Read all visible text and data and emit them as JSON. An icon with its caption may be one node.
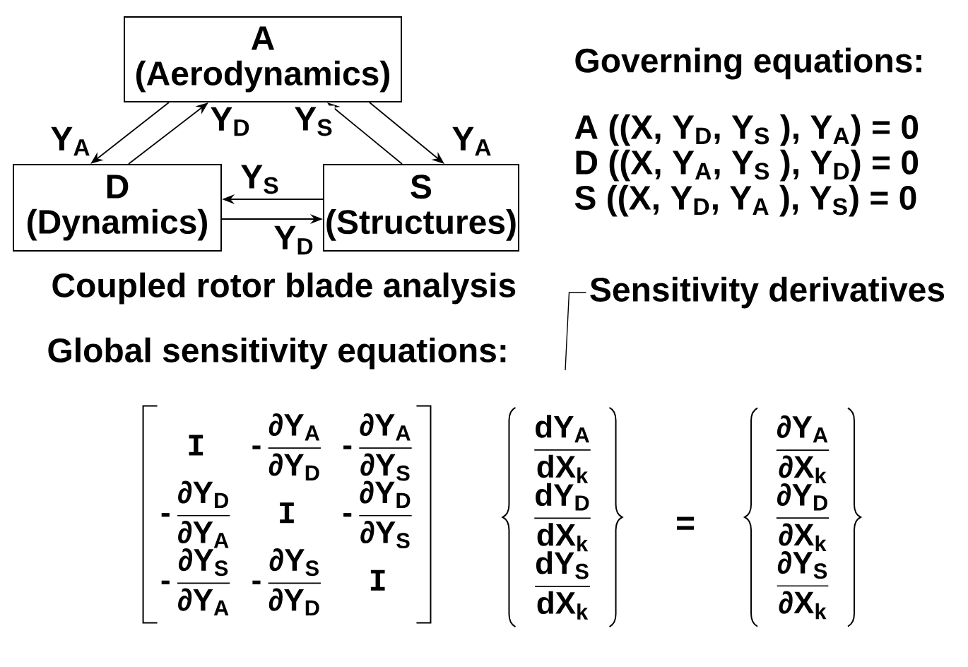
{
  "diagram": {
    "nodes": [
      {
        "text": [
          "A",
          "(Aerodynamics)"
        ]
      },
      {
        "text": [
          "D",
          "(Dynamics)"
        ]
      },
      {
        "text": [
          "S",
          "(Structures)"
        ]
      },
      {
        "text": [
          "Sensitivity derivatives"
        ]
      }
    ],
    "edges": [
      {
        "from": 0,
        "to": 1,
        "arrow": "to",
        "label": "Y$_{A}$"
      },
      {
        "from": 1,
        "to": 0,
        "arrow": "to",
        "label": "Y$_{D}$"
      },
      {
        "from": 2,
        "to": 0,
        "arrow": "to",
        "label": "Y$_{S}$"
      },
      {
        "from": 0,
        "to": 2,
        "arrow": "to",
        "label": "Y$_{A}$"
      },
      {
        "from": 2,
        "to": 1,
        "arrow": "to",
        "label": "Y$_{S}$"
      },
      {
        "from": 1,
        "to": 2,
        "arrow": "to",
        "label": "Y$_{D}$"
      },
      {
        "from": 3,
        "to": null,
        "arrow": "none"
      }
    ],
    "labels": [
      "Governing equations:",
      "A ((X, Y$_{D}$, Y$_{S}$ ), Y$_{A}$) = 0",
      "D ((X, Y$_{A}$, Y$_{S}$ ), Y$_{D}$) = 0",
      "S ((X, Y$_{D}$, Y$_{A}$ ), Y$_{S}$) = 0",
      "Coupled rotor blade analysis",
      "Global sensitivity equations:",
      "\\begin{array}{ccc}\\text{\\ttfamily I} & \\text{-}\\,\\dfrac{\\text{∂Y}_{\\text{A}}}{\\text{∂Y}_{\\text{D}}} & \\text{-}\\,\\dfrac{\\text{∂Y}_{\\text{A}}}{\\text{∂Y}_{\\text{S}}}\\\\ \\text{-}\\,\\dfrac{\\text{∂Y}_{\\text{D}}}{\\text{∂Y}_{\\text{A}}} & \\text{\\ttfamily I} & \\text{-}\\,\\dfrac{\\text{∂Y}_{\\text{D}}}{\\text{∂Y}_{\\text{S}}}\\\\ \\text{-}\\,\\dfrac{\\text{∂Y}_{\\text{S}}}{\\text{∂Y}_{\\text{A}}} & \\text{-}\\,\\dfrac{\\text{∂Y}_{\\text{S}}}{\\text{∂Y}_{\\text{D}}} & \\text{\\ttfamily I}\\end{array}",
      "\\begin{array}{c}\\dfrac{\\text{dY}_{\\text{A}}}{\\text{dX}_{\\text{k}}}\\\\ \\dfrac{\\text{dY}_{\\text{D}}}{\\text{dX}_{\\text{k}}}\\\\ \\dfrac{\\text{dY}_{\\text{S}}}{\\text{dX}_{\\text{k}}}\\end{array}",
      "=",
      "\\begin{array}{c}\\dfrac{\\text{∂Y}_{\\text{A}}}{\\text{∂X}_{\\text{k}}}\\\\ \\dfrac{\\text{∂Y}_{\\text{D}}}{\\text{∂X}_{\\text{k}}}\\\\ \\dfrac{\\text{∂Y}_{\\text{S}}}{\\text{∂X}_{\\text{k}}}\\end{array}"
    ]
  }
}
